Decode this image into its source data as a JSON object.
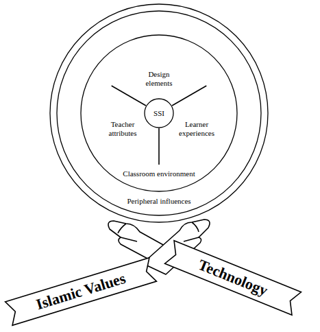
{
  "diagram": {
    "nodes": [
      {
        "text": [
          "Peripheral influences"
        ]
      },
      {
        "text": [
          "Classroom environment"
        ],
        "in": 0
      },
      {
        "text": [
          "Design elements"
        ],
        "in": 1
      },
      {
        "text": [
          "SSI"
        ],
        "in": 1
      },
      {
        "text": [
          "Teacher attributes"
        ],
        "in": 1
      },
      {
        "text": [
          "Learner experiences"
        ],
        "in": 1
      },
      {
        "text": [
          "Islamic Values"
        ]
      },
      {
        "text": [
          "Technology"
        ]
      }
    ]
  }
}
